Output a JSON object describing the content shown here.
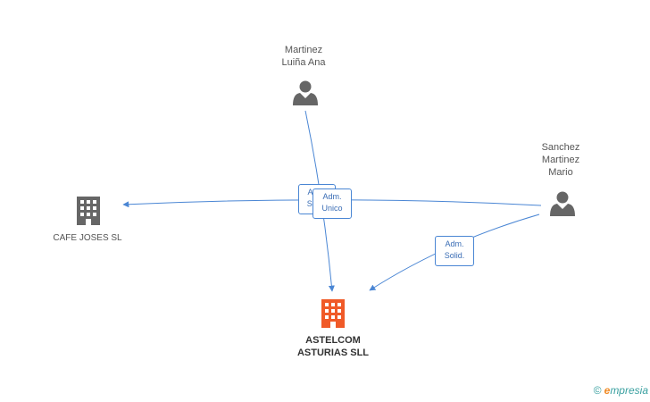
{
  "nodes": {
    "martinez": {
      "name_line1": "Martinez",
      "name_line2": "Luiña Ana",
      "icon": "person-icon"
    },
    "sanchez": {
      "name_line1": "Sanchez",
      "name_line2": "Martinez",
      "name_line3": "Mario",
      "icon": "person-icon"
    },
    "cafe": {
      "name": "CAFE JOSES  SL",
      "icon": "building-icon"
    },
    "astelcom": {
      "name_line1": "ASTELCOM",
      "name_line2": "ASTURIAS SLL",
      "icon": "building-icon"
    }
  },
  "edge_labels": {
    "back": {
      "line1": "Adm.",
      "line2": "Solid."
    },
    "front": {
      "line1": "Adm.",
      "line2": "Unico"
    },
    "right": {
      "line1": "Adm.",
      "line2": "Solid."
    }
  },
  "colors": {
    "edge": "#4a86d4",
    "person": "#666666",
    "company": "#666666",
    "highlight_company": "#f05a28"
  },
  "brand": {
    "copyright": "©",
    "initial": "e",
    "rest": "mpresia"
  }
}
